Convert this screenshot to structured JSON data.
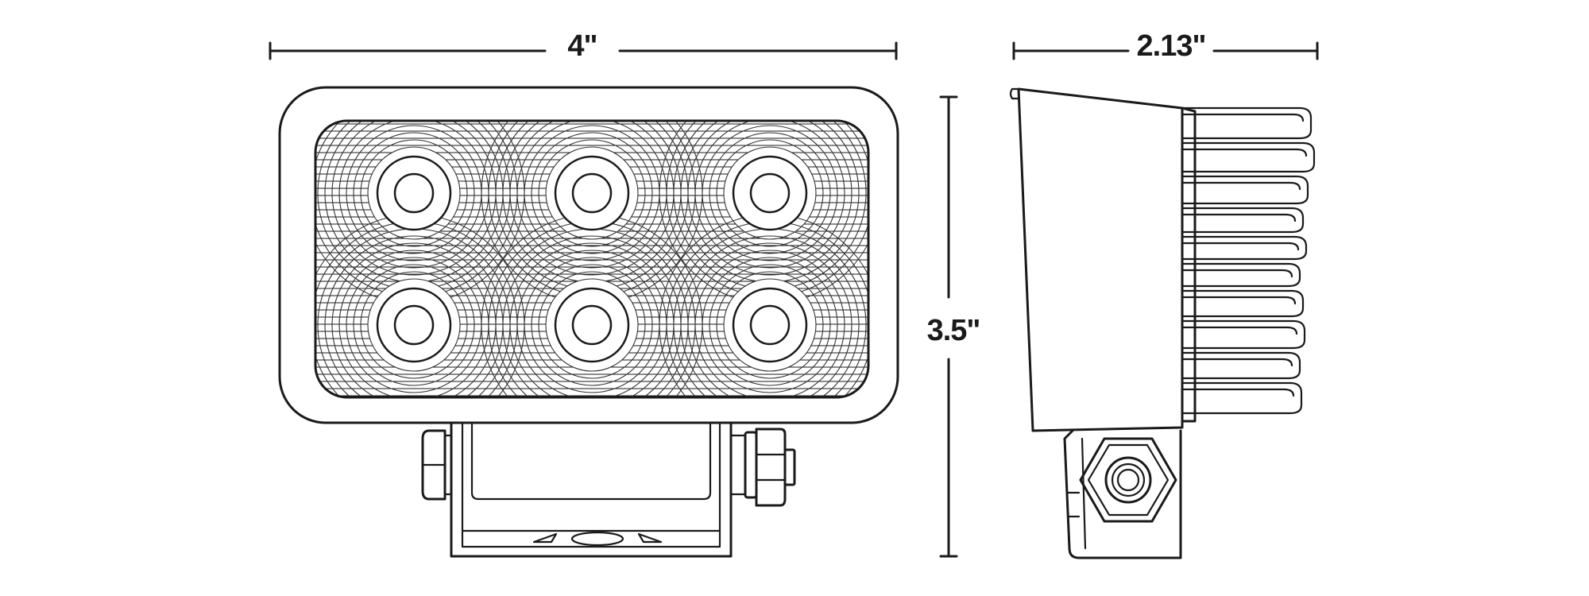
{
  "dimensions": {
    "width_label": "4\"",
    "depth_label": "2.13\"",
    "height_label": "3.5\""
  },
  "front_view": {
    "led_count": 6,
    "led_rows": 2,
    "led_columns": 3
  },
  "colors": {
    "line": "#1a1a1a",
    "background": "#ffffff"
  }
}
